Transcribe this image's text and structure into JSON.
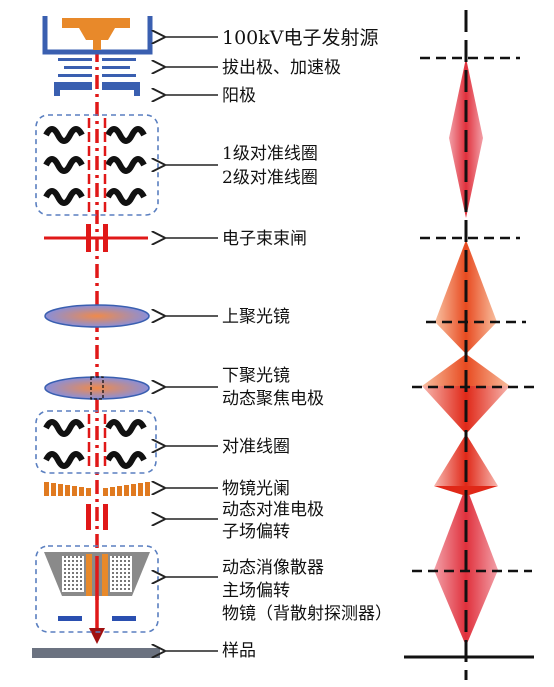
{
  "labels": {
    "gun": "100kV电子发射源",
    "extractor": "拔出极、加速极",
    "anode": "阳极",
    "align1": "1级对准线圈",
    "align2": "2级对准线圈",
    "blanker": "电子束束闸",
    "upper_lens": "上聚光镜",
    "lower_lens": "下聚光镜",
    "dyn_focus": "动态聚焦电极",
    "align_coil": "对准线圈",
    "aperture": "物镜光阑",
    "dyn_align": "动态对准电极",
    "sub_deflect": "子场偏转",
    "stigmator": "动态消像散器",
    "main_deflect": "主场偏转",
    "objective": "物镜（背散射探测器）",
    "sample": "样品"
  },
  "colors": {
    "beam": "#e01818",
    "electrode": "#3a5fb0",
    "emitter": "#e8892a",
    "coil": "#111111",
    "dashed_box": "#5a7fc0",
    "lens_fill": "#8a8fd8",
    "sample": "#6b7280",
    "diamond": "#e8606a",
    "cone": "#f07840"
  }
}
